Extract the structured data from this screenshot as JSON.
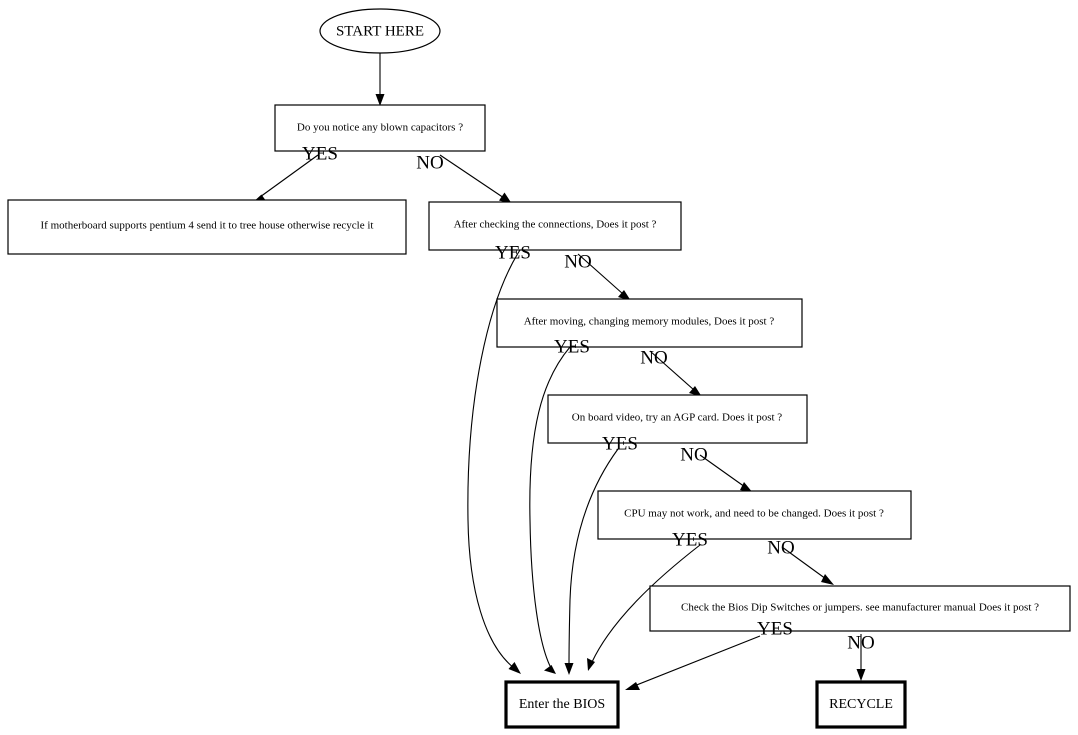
{
  "diagram": {
    "title": "Motherboard troubleshooting flowchart",
    "background": "#ffffff",
    "stroke": "#000000",
    "nodes": {
      "start": {
        "label": "START HERE",
        "shape": "ellipse"
      },
      "capacitors": {
        "label": "Do you notice any blown capacitors ?",
        "shape": "rect"
      },
      "pentium": {
        "label": "If motherboard supports pentium 4 send it to tree house otherwise recycle it",
        "shape": "rect"
      },
      "connections": {
        "label": "After checking the connections, Does it post ?",
        "shape": "rect"
      },
      "memory": {
        "label": "After moving, changing memory modules, Does it post ?",
        "shape": "rect"
      },
      "video": {
        "label": "On board video, try an AGP card. Does it post ?",
        "shape": "rect"
      },
      "cpu": {
        "label": "CPU may not work, and need to be changed. Does it post ?",
        "shape": "rect"
      },
      "bios_switches": {
        "label": "Check the Bios Dip Switches or jumpers. see manufacturer manual Does it post ?",
        "shape": "rect"
      },
      "enter_bios": {
        "label": "Enter the BIOS",
        "shape": "rect-bold"
      },
      "recycle": {
        "label": "RECYCLE",
        "shape": "rect-bold"
      }
    },
    "edge_labels": {
      "cap_yes": "YES",
      "cap_no": "NO",
      "conn_yes": "YES",
      "conn_no": "NO",
      "mem_yes": "YES",
      "mem_no": "NO",
      "vid_yes": "YES",
      "vid_no": "NO",
      "cpu_yes": "YES",
      "cpu_no": "NO",
      "bios_yes": "YES",
      "bios_no": "NO"
    }
  }
}
